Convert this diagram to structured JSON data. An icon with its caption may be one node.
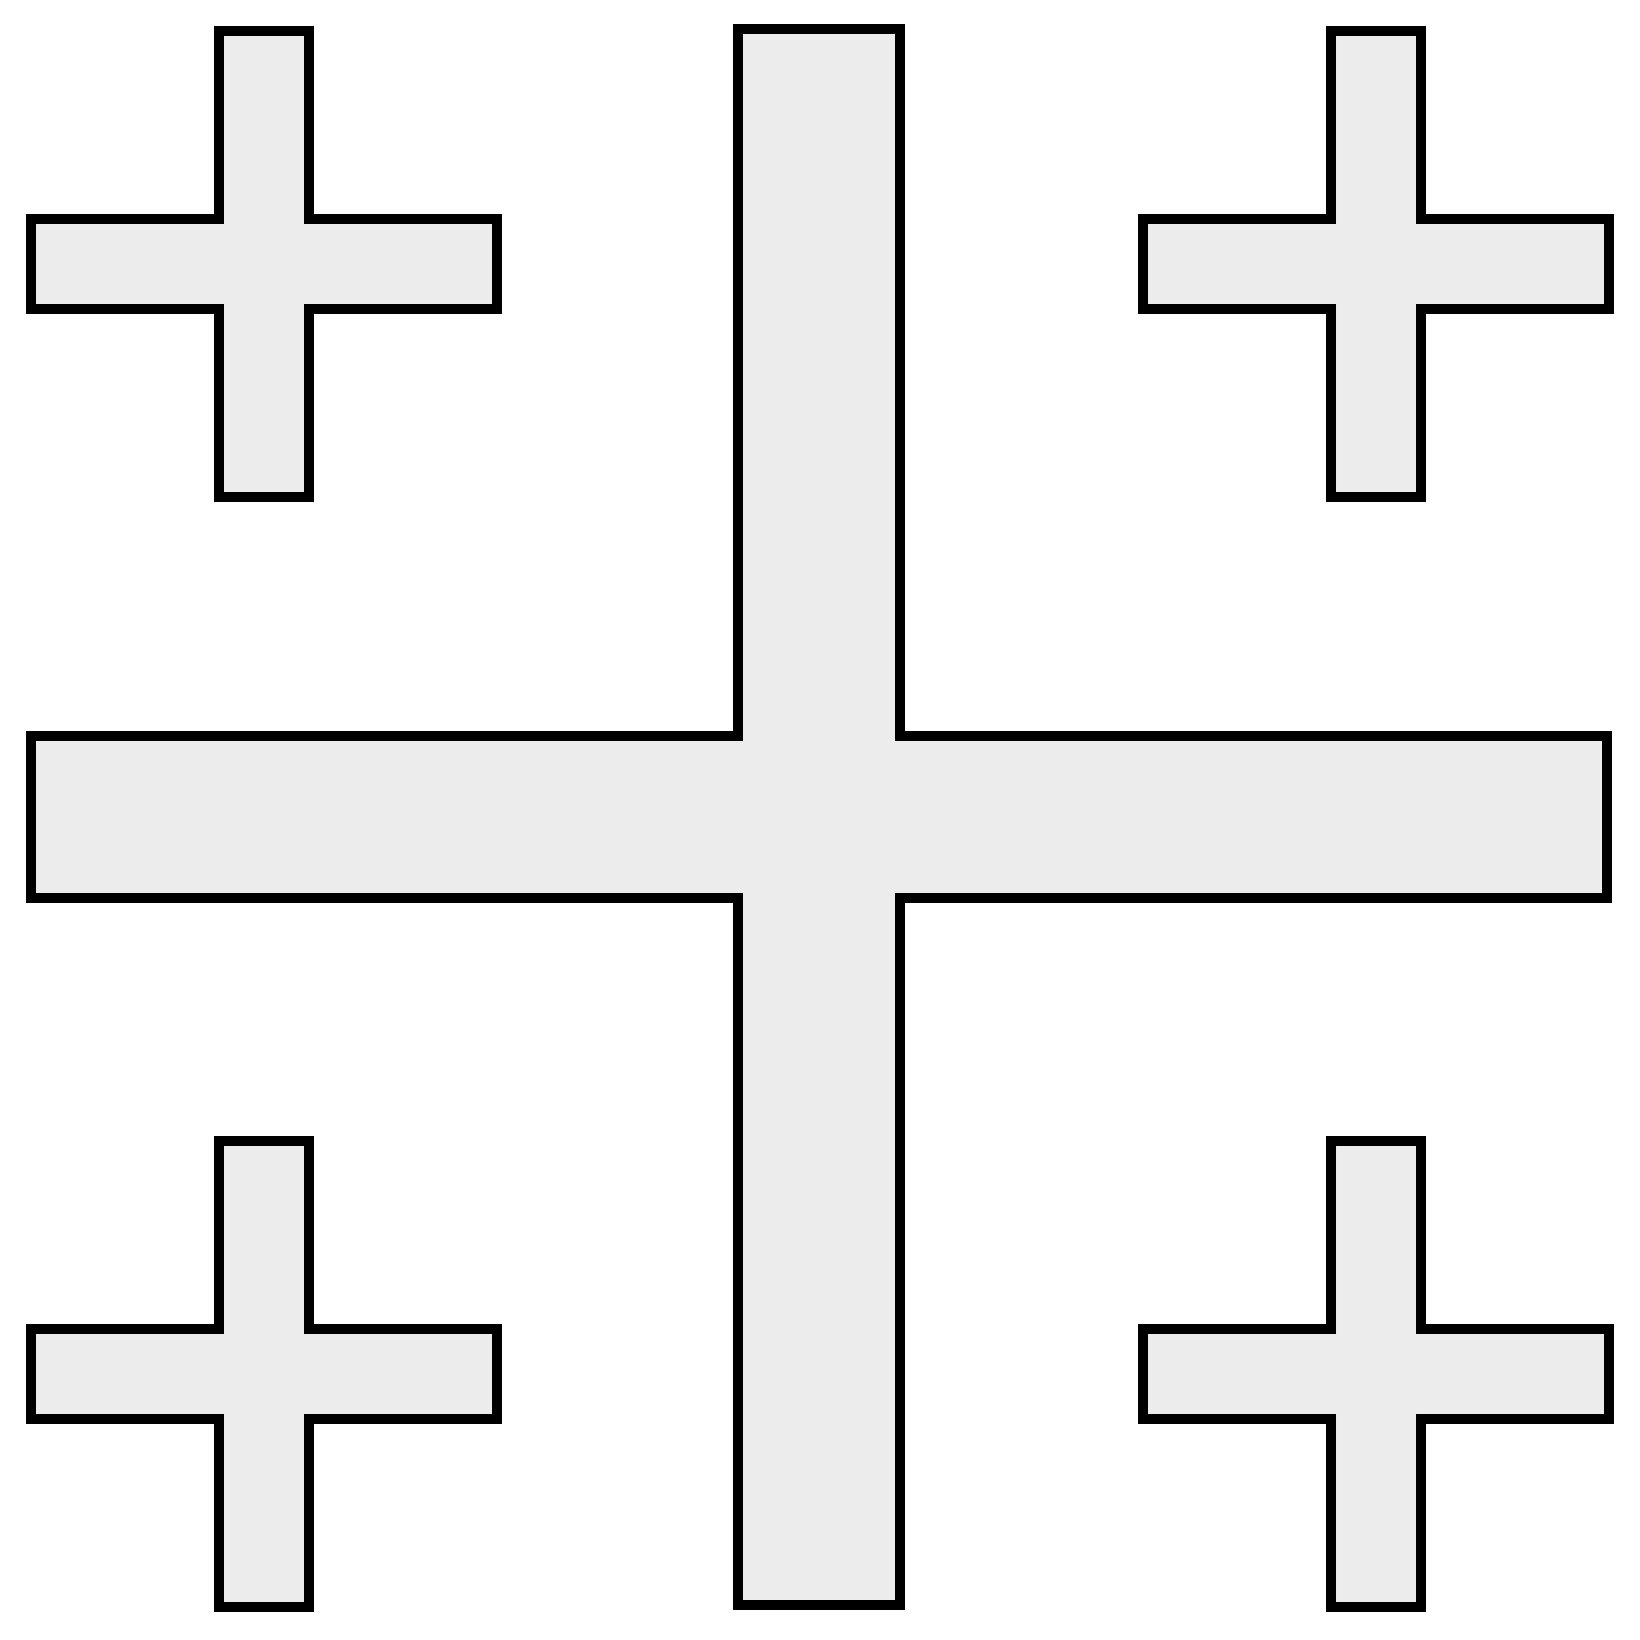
{
  "diagram": {
    "nodes": [
      {
        "text": [],
        "shape": "cross"
      },
      {
        "text": [],
        "shape": "cross"
      },
      {
        "text": [],
        "shape": "cross"
      },
      {
        "text": [],
        "shape": "cross"
      },
      {
        "text": [],
        "shape": "cross"
      }
    ]
  }
}
